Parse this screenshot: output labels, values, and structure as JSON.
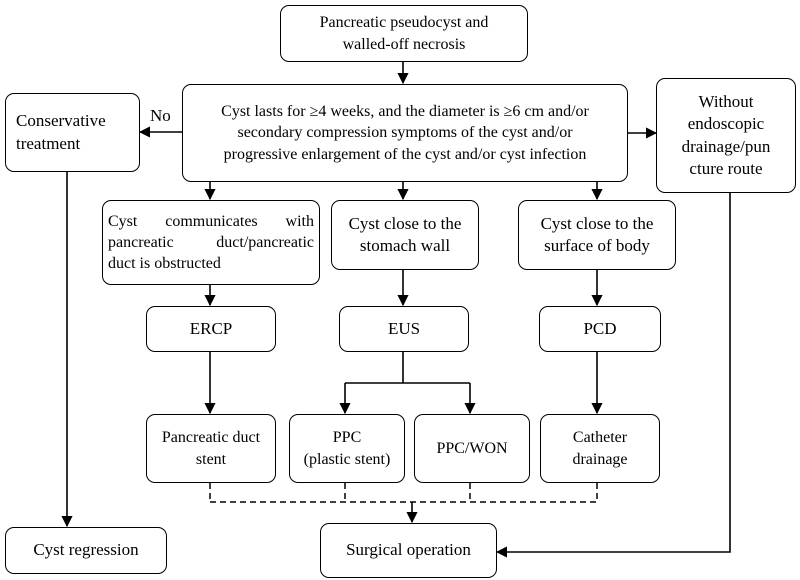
{
  "nodes": {
    "start": [
      "Pancreatic pseudocyst and",
      "walled-off necrosis"
    ],
    "criteria": [
      "Cyst lasts for ≥4 weeks, and the diameter is ≥6 cm and/or",
      "secondary compression symptoms of the cyst and/or",
      "progressive enlargement of the cyst and/or cyst infection"
    ],
    "conservative": [
      "Conservative",
      "treatment"
    ],
    "without_route": [
      "Without",
      "endoscopic",
      "drainage/pun",
      "cture route"
    ],
    "communicates": [
      "Cyst communicates with",
      "pancreatic duct/pancreatic",
      "duct is obstructed"
    ],
    "stomach": [
      "Cyst close to the",
      "stomach wall"
    ],
    "surface": [
      "Cyst close to the",
      "surface of body"
    ],
    "ercp": "ERCP",
    "eus": "EUS",
    "pcd": "PCD",
    "pancreatic_stent": [
      "Pancreatic duct",
      "stent"
    ],
    "ppc_plastic": [
      "PPC",
      "(plastic stent)"
    ],
    "ppc_won": "PPC/WON",
    "catheter": [
      "Catheter",
      "drainage"
    ],
    "cyst_regression": "Cyst regression",
    "surgical": "Surgical operation"
  },
  "edge_labels": {
    "no": "No"
  }
}
